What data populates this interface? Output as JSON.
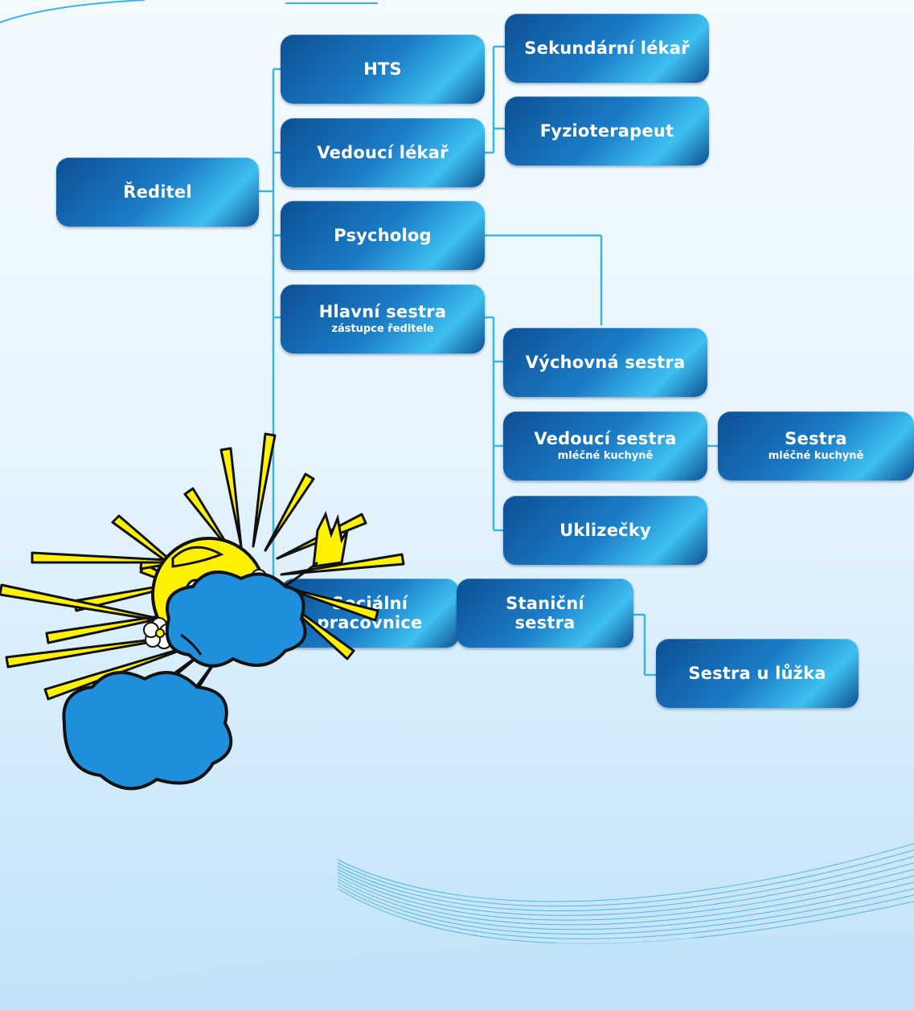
{
  "nodes": {
    "reditel": {
      "title": "Ředitel"
    },
    "hts": {
      "title": "HTS"
    },
    "vedouci_lekar": {
      "title": "Vedoucí lékař"
    },
    "psycholog": {
      "title": "Psycholog"
    },
    "hlavni_sestra": {
      "title": "Hlavní sestra",
      "subtitle": "zástupce ředitele"
    },
    "socialni": {
      "title": "Sociální pracovnice"
    },
    "sekundarni": {
      "title": "Sekundární lékař"
    },
    "fyzioterapeut": {
      "title": "Fyzioterapeut"
    },
    "vychovna": {
      "title": "Výchovná sestra"
    },
    "vedouci_sestra": {
      "title": "Vedoucí sestra",
      "subtitle": "mléčné kuchyně"
    },
    "sestra_mk": {
      "title": "Sestra",
      "subtitle": "mléčné kuchyně"
    },
    "uklizecky": {
      "title": "Uklizečky"
    },
    "stanicni": {
      "title": "Staniční sestra"
    },
    "sestra_luzka": {
      "title": "Sestra u lůžka"
    }
  },
  "colors": {
    "node_dark": "#0d4f93",
    "node_light": "#3ec0f0",
    "connector": "#3ab3e6",
    "sun": "#fff200",
    "cloud": "#1f8fdc"
  },
  "illustration": {
    "icon": "sun-mascot-icon"
  }
}
